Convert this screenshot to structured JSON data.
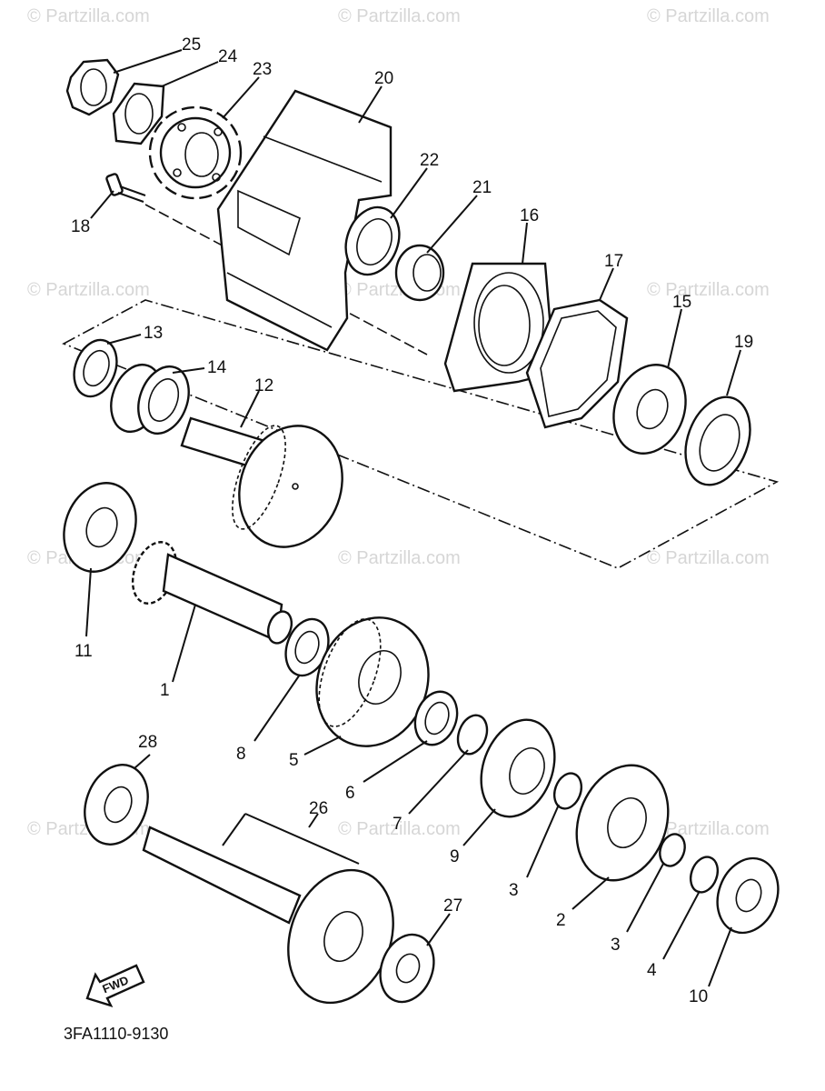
{
  "watermark": "© Partzilla.com",
  "part_numbers": [
    "25",
    "24",
    "23",
    "20",
    "22",
    "21",
    "18",
    "16",
    "17",
    "15",
    "19",
    "13",
    "14",
    "12",
    "11",
    "1",
    "8",
    "5",
    "6",
    "7",
    "9",
    "3",
    "2",
    "3",
    "4",
    "10",
    "28",
    "26",
    "27"
  ],
  "direction_label": "FWD",
  "diagram_code": "3FA1110-9130"
}
